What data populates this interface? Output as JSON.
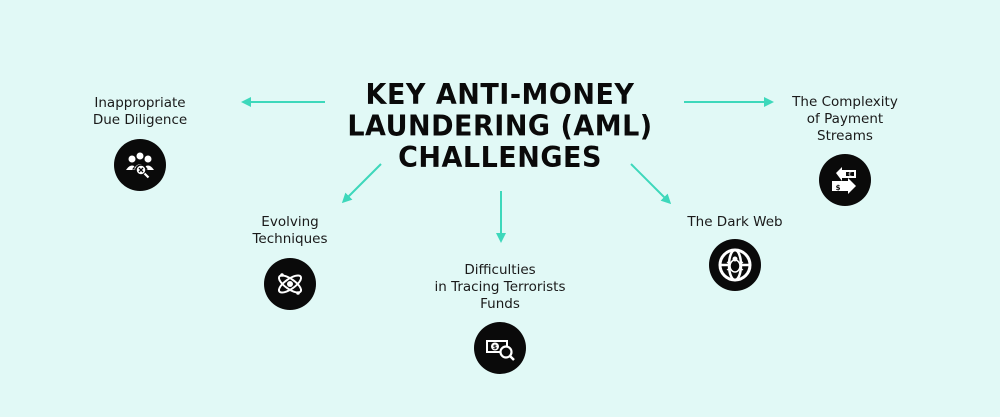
{
  "title": {
    "line1": "KEY ANTI-MONEY",
    "line2": "LAUNDERING (AML)",
    "line3": "CHALLENGES"
  },
  "colors": {
    "background": "#e1f9f6",
    "arrow": "#3dd8bb",
    "icon_bg": "#0a0a0a",
    "text": "#0a0a0a"
  },
  "nodes": [
    {
      "id": "due-diligence",
      "label": "Inappropriate\nDue Diligence",
      "icon": "people-search-icon"
    },
    {
      "id": "payment-streams",
      "label": "The Complexity\nof Payment\nStreams",
      "icon": "currency-exchange-icon"
    },
    {
      "id": "evolving-techniques",
      "label": "Evolving\nTechniques",
      "icon": "atom-icon"
    },
    {
      "id": "terrorist-funds",
      "label": "Difficulties\nin Tracing Terrorists\nFunds",
      "icon": "money-search-icon"
    },
    {
      "id": "dark-web",
      "label": "The Dark Web",
      "icon": "globe-bug-icon"
    }
  ]
}
